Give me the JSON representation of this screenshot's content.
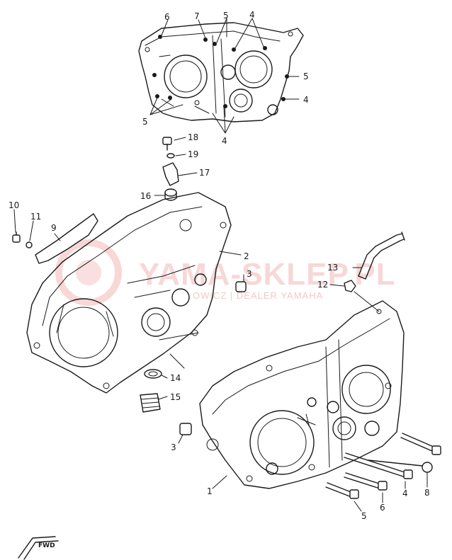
{
  "watermark": {
    "title": "YAMA-SKLEP.PL",
    "subtitle": "OWICZ | DEALER YAMAHA",
    "color": "#f2b7b7"
  },
  "fwd_mark": "FWD",
  "callouts": [
    {
      "id": "c6",
      "text": "6"
    },
    {
      "id": "c7",
      "text": "7"
    },
    {
      "id": "c5a",
      "text": "5"
    },
    {
      "id": "c4a",
      "text": "4"
    },
    {
      "id": "c5b",
      "text": "5"
    },
    {
      "id": "c4b",
      "text": "4"
    },
    {
      "id": "c5c",
      "text": "5"
    },
    {
      "id": "c4c",
      "text": "4"
    },
    {
      "id": "c18",
      "text": "18"
    },
    {
      "id": "c19",
      "text": "19"
    },
    {
      "id": "c17",
      "text": "17"
    },
    {
      "id": "c16",
      "text": "16"
    },
    {
      "id": "c10",
      "text": "10"
    },
    {
      "id": "c11",
      "text": "11"
    },
    {
      "id": "c9",
      "text": "9"
    },
    {
      "id": "c2",
      "text": "2"
    },
    {
      "id": "c3a",
      "text": "3"
    },
    {
      "id": "c13",
      "text": "13"
    },
    {
      "id": "c12",
      "text": "12"
    },
    {
      "id": "c14",
      "text": "14"
    },
    {
      "id": "c15",
      "text": "15"
    },
    {
      "id": "c3b",
      "text": "3"
    },
    {
      "id": "c1",
      "text": "1"
    },
    {
      "id": "c4d",
      "text": "4"
    },
    {
      "id": "c8",
      "text": "8"
    },
    {
      "id": "c6b",
      "text": "6"
    },
    {
      "id": "c5d",
      "text": "5"
    }
  ]
}
